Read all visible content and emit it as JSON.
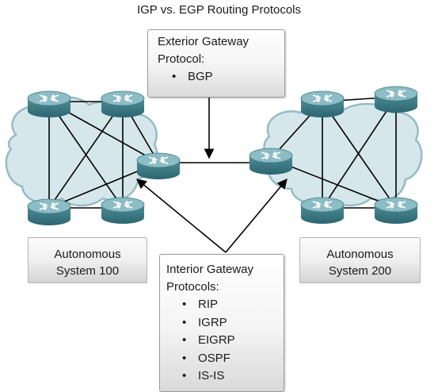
{
  "title": "IGP vs. EGP Routing Protocols",
  "egp": {
    "heading_line1": "Exterior Gateway",
    "heading_line2": "Protocol:",
    "items": [
      "BGP"
    ]
  },
  "igp": {
    "heading_line1": "Interior Gateway",
    "heading_line2": "Protocols:",
    "items": [
      "RIP",
      "IGRP",
      "EIGRP",
      "OSPF",
      "IS-IS"
    ]
  },
  "as_left": {
    "line1": "Autonomous",
    "line2": "System 100"
  },
  "as_right": {
    "line1": "Autonomous",
    "line2": "System 200"
  },
  "colors": {
    "router_top": "#7fb1b9",
    "router_body": "#3e7a85",
    "cloud": "#cfe3e8",
    "cloud_stroke": "#8fb7c0"
  }
}
